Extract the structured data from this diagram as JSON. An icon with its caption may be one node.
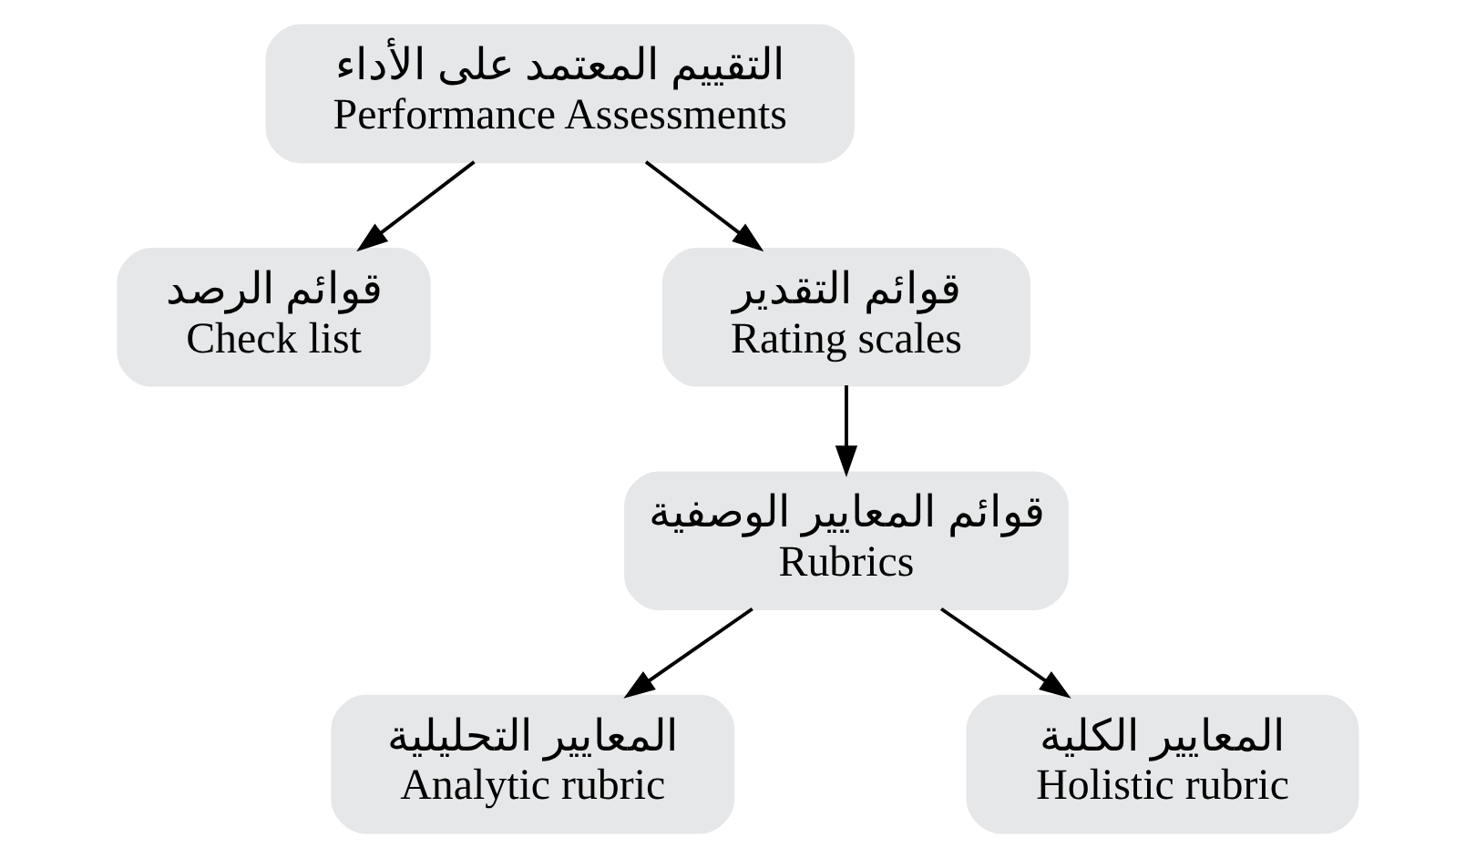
{
  "diagram": {
    "nodes": [
      {
        "text": [
          "التقييم المعتمد على الأداء",
          "Performance Assessments"
        ]
      },
      {
        "text": [
          "قوائم الرصد",
          "Check list"
        ]
      },
      {
        "text": [
          "قوائم التقدير",
          "Rating scales"
        ]
      },
      {
        "text": [
          "قوائم المعايير الوصفية",
          "Rubrics"
        ]
      },
      {
        "text": [
          "المعايير التحليلية",
          "Analytic rubric"
        ]
      },
      {
        "text": [
          "المعايير الكلية",
          "Holistic rubric"
        ]
      }
    ],
    "edges": [
      {
        "from": 0,
        "to": 1,
        "arrow": "to"
      },
      {
        "from": 0,
        "to": 2,
        "arrow": "to"
      },
      {
        "from": 2,
        "to": 3,
        "arrow": "to"
      },
      {
        "from": 3,
        "to": 4,
        "arrow": "to"
      },
      {
        "from": 3,
        "to": 5,
        "arrow": "to"
      }
    ]
  }
}
